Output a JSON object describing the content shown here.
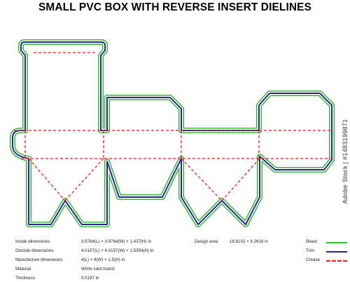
{
  "title": "SMALL PVC BOX WITH REVERSE INSERT DIELINES",
  "watermark": "Adobe Stock | #1483199871",
  "specs": [
    {
      "label": "Inside dimensions",
      "value": "3.9764(L) × 3.9764(W) × 1.437(H) in"
    },
    {
      "label": "Outside dimensions",
      "value": "4.0157(L) × 4.0157(W) × 1.5354(H) in"
    },
    {
      "label": "Manufacture dimensions",
      "value": "4(L) × 4(W) × 1.5(H) in"
    },
    {
      "label": "Material",
      "value": "White card board"
    },
    {
      "label": "Thickness",
      "value": "0.0197 in"
    }
  ],
  "design_area": {
    "label": "Design area",
    "value": "16.6102 × 9.2618 in"
  },
  "legend": [
    {
      "label": "Bleed",
      "color": "#33bb33",
      "style": "solid"
    },
    {
      "label": "Trim",
      "color": "#2a2a8e",
      "style": "solid"
    },
    {
      "label": "Crease",
      "color": "#e02020",
      "style": "dashed"
    }
  ]
}
